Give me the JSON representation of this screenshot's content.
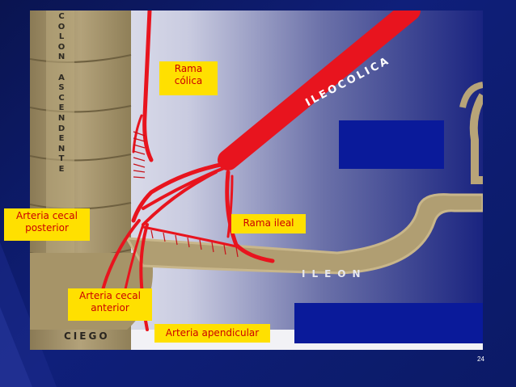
{
  "colors": {
    "slide_background": "#0d1a70",
    "artery": "#e8141e",
    "label_background": "#ffe000",
    "label_text": "#cc0000",
    "intestine": "#a8956a"
  },
  "colon_label": [
    "C",
    "O",
    "L",
    "O",
    "N",
    "",
    "A",
    "S",
    "C",
    "E",
    "N",
    "D",
    "E",
    "N",
    "T",
    "E"
  ],
  "ciego_label": "CIEGO",
  "ileon_label": "ILEON",
  "ileocolica_label": "ILEOCOLICA",
  "labels": {
    "rama_colica_line1": "Rama",
    "rama_colica_line2": "cólica",
    "rama_ileal": "Rama ileal",
    "cecal_posterior_line1": "Arteria cecal",
    "cecal_posterior_line2": "posterior",
    "cecal_anterior_line1": "Arteria cecal",
    "cecal_anterior_line2": "anterior",
    "apendicular": "Arteria apendicular"
  },
  "page_number": "24"
}
